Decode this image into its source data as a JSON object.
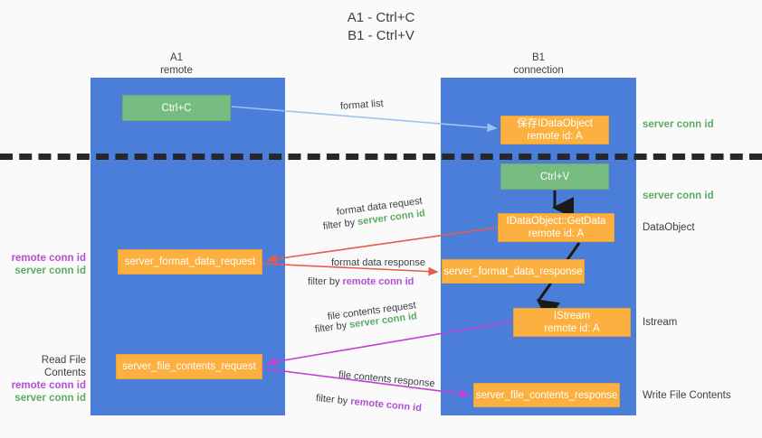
{
  "title": {
    "line1": "A1 - Ctrl+C",
    "line2": "B1 - Ctrl+V"
  },
  "columns": {
    "a1": {
      "name": "A1",
      "role": "remote"
    },
    "b1": {
      "name": "B1",
      "role": "connection"
    }
  },
  "nodes": {
    "ctrl_c": {
      "l1": "Ctrl+C",
      "l2": ""
    },
    "save_idataobject": {
      "l1": "保存IDataObject",
      "l2": "remote id: A"
    },
    "ctrl_v": {
      "l1": "Ctrl+V",
      "l2": ""
    },
    "getdata": {
      "l1": "IDataObject::GetData",
      "l2": "remote id: A"
    },
    "format_data_request": {
      "l1": "server_format_data_request",
      "l2": ""
    },
    "format_data_response": {
      "l1": "server_format_data_response",
      "l2": ""
    },
    "istream": {
      "l1": "IStream",
      "l2": "remote id: A"
    },
    "file_contents_request": {
      "l1": "server_file_contents_request",
      "l2": ""
    },
    "file_contents_response": {
      "l1": "server_file_contents_response",
      "l2": ""
    }
  },
  "edge_labels": {
    "format_list": "format list",
    "format_data_request": "format data request",
    "format_data_request_filter_prefix": "filter by ",
    "format_data_request_filter_key": "server conn id",
    "format_data_response": "format data response",
    "format_data_response_filter_prefix": "filter by ",
    "format_data_response_filter_key": "remote conn id",
    "file_contents_request": "file contents request",
    "file_contents_request_filter_prefix": "filter by ",
    "file_contents_request_filter_key": "server conn id",
    "file_contents_response": "file contents response",
    "file_contents_response_filter_prefix": "filter by ",
    "file_contents_response_filter_key": "remote conn id"
  },
  "right_annotations": {
    "server_conn_id_top": "server conn id",
    "server_conn_id_mid": "server conn id",
    "dataobject": "DataObject",
    "istream": "Istream",
    "write_file_contents": "Write File Contents"
  },
  "left_annotations": {
    "group1": {
      "header": "",
      "remote": "remote conn id",
      "server": "server conn id"
    },
    "group2": {
      "header": "Read File Contents",
      "remote": "remote conn id",
      "server": "server conn id"
    }
  },
  "colors": {
    "lane": "#4a7ed8",
    "green_node": "#76bb7f",
    "orange_node": "#fbb040",
    "green_text": "#5cab63",
    "purple_text": "#b44fd0",
    "red_arrow": "#e8594a",
    "magenta_arrow": "#c43fd4",
    "light_blue_arrow": "#9cc4ec",
    "black_arrow": "#1a1a1a",
    "divider": "#26282b",
    "background": "#fafafa"
  }
}
